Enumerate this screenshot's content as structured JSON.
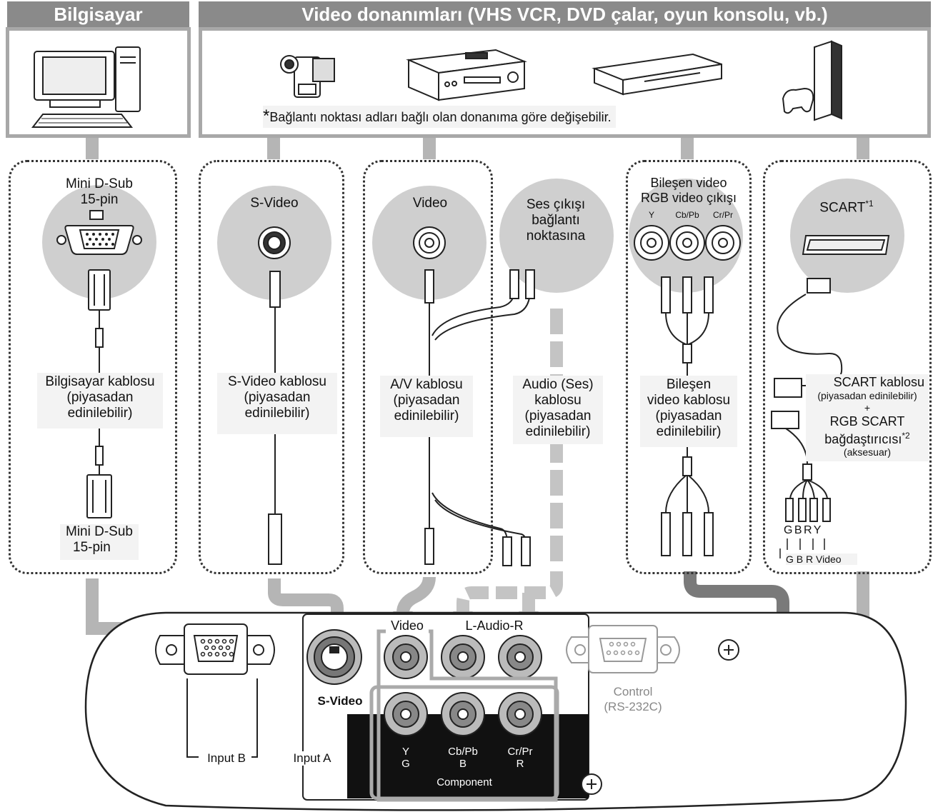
{
  "header": {
    "computer_title": "Bilgisayar",
    "video_title": "Video donanımları (VHS VCR, DVD çalar, oyun konsolu, vb.)"
  },
  "note": {
    "asterisk": "*",
    "text": "Bağlantı noktası adları bağlı olan donanıma göre değişebilir."
  },
  "panels": {
    "computer": {
      "top_port_line1": "Mini D-Sub",
      "top_port_line2": "15-pin",
      "cable_line1": "Bilgisayar kablosu",
      "cable_line2": "(piyasadan",
      "cable_line3": "edinilebilir)",
      "bottom_port_line1": "Mini D-Sub",
      "bottom_port_line2": "15-pin"
    },
    "svideo": {
      "port": "S-Video",
      "cable_line1": "S-Video kablosu",
      "cable_line2": "(piyasadan",
      "cable_line3": "edinilebilir)"
    },
    "video": {
      "port": "Video",
      "audio_port_line1": "Ses çıkışı",
      "audio_port_line2": "bağlantı",
      "audio_port_line3": "noktasına",
      "av_cable_line1": "A/V kablosu",
      "av_cable_line2": "(piyasadan",
      "av_cable_line3": "edinilebilir)",
      "audio_cable_line1": "Audio (Ses)",
      "audio_cable_line2": "kablosu",
      "audio_cable_line3": "(piyasadan",
      "audio_cable_line4": "edinilebilir)"
    },
    "component": {
      "port_line1": "Bileşen video",
      "port_line2": "RGB video çıkışı",
      "jack_y": "Y",
      "jack_cb": "Cb/Pb",
      "jack_cr": "Cr/Pr",
      "cable_line1": "Bileşen",
      "cable_line2": "video kablosu",
      "cable_line3": "(piyasadan",
      "cable_line4": "edinilebilir)"
    },
    "scart": {
      "port": "SCART",
      "port_sup": "*1",
      "cable_line1": "SCART kablosu",
      "cable_line2": "(piyasadan edinilebilir)",
      "plus": "+",
      "adapter_line1": "RGB SCART",
      "adapter_line2": "bağdaştırıcısı",
      "adapter_sup": "*2",
      "adapter_line3": "(aksesuar)",
      "plug_letters": "G B R Y",
      "jack_letters": "G B R Video"
    }
  },
  "projector": {
    "video": "Video",
    "audio": "L-Audio-R",
    "svideo": "S-Video",
    "control_line1": "Control",
    "control_line2": "(RS-232C)",
    "input_b": "Input B",
    "input_a": "Input A",
    "y_line1": "Y",
    "y_line2": "G",
    "cb_line1": "Cb/Pb",
    "cb_line2": "B",
    "cr_line1": "Cr/Pr",
    "cr_line2": "R",
    "component": "Component"
  }
}
